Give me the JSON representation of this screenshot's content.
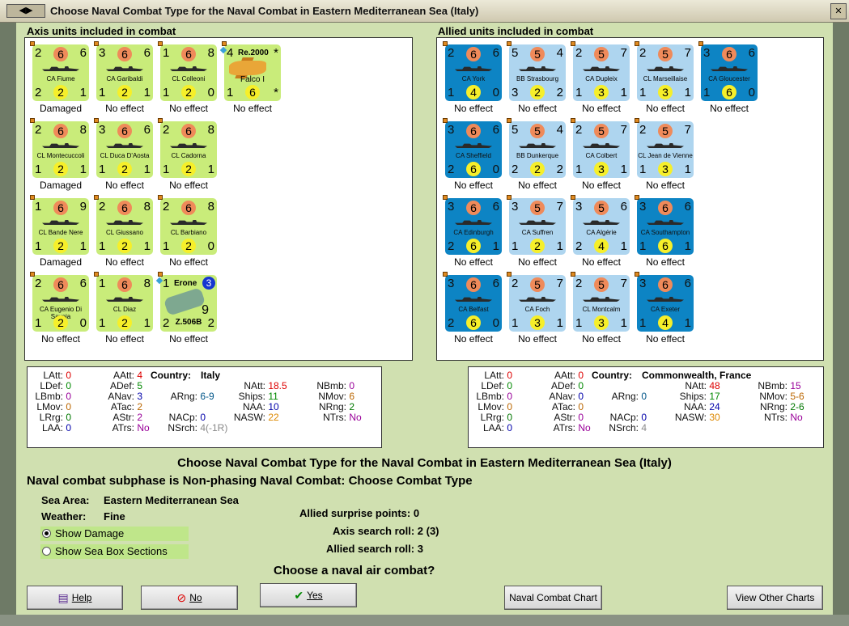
{
  "window": {
    "title": "Choose Naval Combat Type for the Naval Combat in Eastern Mediterranean Sea (Italy)"
  },
  "axis": {
    "title": "Axis units included in combat",
    "units": [
      {
        "tl": "2",
        "circ": "6",
        "tr": "6",
        "bl": "2",
        "bc": "2",
        "br": "1",
        "name": "CA Fiume",
        "status": "Damaged"
      },
      {
        "tl": "3",
        "circ": "6",
        "tr": "6",
        "bl": "1",
        "bc": "2",
        "br": "1",
        "name": "CA Garibaldi",
        "status": "No effect"
      },
      {
        "tl": "1",
        "circ": "6",
        "tr": "8",
        "bl": "1",
        "bc": "2",
        "br": "0",
        "name": "CL Colleoni",
        "status": "No effect"
      },
      {
        "kind": "plane",
        "tl": "4",
        "pname": "Re.2000",
        "tr": "*",
        "sub": "Falco I",
        "bl": "1",
        "bc": "6",
        "br": "*",
        "status": "No effect"
      },
      {
        "tl": "2",
        "circ": "6",
        "tr": "8",
        "bl": "1",
        "bc": "2",
        "br": "1",
        "name": "CL Montecuccoli",
        "status": "Damaged"
      },
      {
        "tl": "3",
        "circ": "6",
        "tr": "6",
        "bl": "1",
        "bc": "2",
        "br": "1",
        "name": "CL Duca D'Aosta",
        "status": "No effect"
      },
      {
        "tl": "2",
        "circ": "6",
        "tr": "8",
        "bl": "1",
        "bc": "2",
        "br": "1",
        "name": "CL Cadorna",
        "status": "No effect"
      },
      {
        "tl": "1",
        "circ": "6",
        "tr": "9",
        "bl": "1",
        "bc": "2",
        "br": "1",
        "name": "CL Bande Nere",
        "status": "Damaged"
      },
      {
        "tl": "2",
        "circ": "6",
        "tr": "8",
        "bl": "1",
        "bc": "2",
        "br": "1",
        "name": "CL Giussano",
        "status": "No effect"
      },
      {
        "tl": "2",
        "circ": "6",
        "tr": "8",
        "bl": "1",
        "bc": "2",
        "br": "0",
        "name": "CL Barbiano",
        "status": "No effect"
      },
      {
        "tl": "2",
        "circ": "6",
        "tr": "6",
        "bl": "1",
        "bc": "2",
        "br": "0",
        "name": "CA Eugenio Di Savoia",
        "status": "No effect"
      },
      {
        "tl": "1",
        "circ": "6",
        "tr": "8",
        "bl": "1",
        "bc": "2",
        "br": "1",
        "name": "CL Diaz",
        "status": "No effect"
      },
      {
        "kind": "seaplane",
        "tl": "1",
        "pname": "Erone",
        "badge": "3",
        "mid": "9",
        "sub": "Z.506B",
        "bl": "2",
        "br": "2",
        "status": "No effect"
      }
    ]
  },
  "allied": {
    "title": "Allied units included in combat",
    "units": [
      {
        "style": "dark",
        "tl": "2",
        "circ": "6",
        "tr": "6",
        "bl": "1",
        "bc": "4",
        "br": "0",
        "name": "CA York",
        "status": "No effect"
      },
      {
        "style": "light",
        "tl": "5",
        "circ": "5",
        "tr": "4",
        "bl": "3",
        "bc": "2",
        "br": "2",
        "name": "BB Strasbourg",
        "status": "No effect"
      },
      {
        "style": "light",
        "tl": "2",
        "circ": "5",
        "tr": "7",
        "bl": "1",
        "bc": "3",
        "br": "1",
        "name": "CA Dupleix",
        "status": "No effect"
      },
      {
        "style": "light",
        "tl": "2",
        "circ": "5",
        "tr": "7",
        "bl": "1",
        "bc": "3",
        "br": "1",
        "name": "CL Marseillaise",
        "status": "No effect"
      },
      {
        "style": "dark",
        "tl": "3",
        "circ": "6",
        "tr": "6",
        "bl": "1",
        "bc": "6",
        "br": "0",
        "name": "CA Gloucester",
        "status": "No effect"
      },
      {
        "style": "dark",
        "tl": "3",
        "circ": "6",
        "tr": "6",
        "bl": "2",
        "bc": "6",
        "br": "0",
        "name": "CA Sheffield",
        "status": "No effect"
      },
      {
        "style": "light",
        "tl": "5",
        "circ": "5",
        "tr": "4",
        "bl": "2",
        "bc": "2",
        "br": "2",
        "name": "BB Dunkerque",
        "status": "No effect"
      },
      {
        "style": "light",
        "tl": "2",
        "circ": "5",
        "tr": "7",
        "bl": "1",
        "bc": "3",
        "br": "1",
        "name": "CA Colbert",
        "status": "No effect"
      },
      {
        "style": "light",
        "tl": "2",
        "circ": "5",
        "tr": "7",
        "bl": "1",
        "bc": "3",
        "br": "1",
        "name": "CL Jean de Vienne",
        "status": "No effect"
      },
      {
        "style": "dark",
        "tl": "3",
        "circ": "6",
        "tr": "6",
        "bl": "2",
        "bc": "6",
        "br": "1",
        "name": "CA Edinburgh",
        "status": "No effect"
      },
      {
        "style": "light",
        "tl": "3",
        "circ": "5",
        "tr": "7",
        "bl": "1",
        "bc": "2",
        "br": "1",
        "name": "CA Suffren",
        "status": "No effect"
      },
      {
        "style": "light",
        "tl": "3",
        "circ": "5",
        "tr": "6",
        "bl": "2",
        "bc": "4",
        "br": "1",
        "name": "CA Algérie",
        "status": "No effect"
      },
      {
        "style": "dark",
        "tl": "3",
        "circ": "6",
        "tr": "6",
        "bl": "1",
        "bc": "6",
        "br": "1",
        "name": "CA Southampton",
        "status": "No effect"
      },
      {
        "style": "dark",
        "tl": "3",
        "circ": "6",
        "tr": "6",
        "bl": "2",
        "bc": "6",
        "br": "0",
        "name": "CA Belfast",
        "status": "No effect"
      },
      {
        "style": "light",
        "tl": "2",
        "circ": "5",
        "tr": "7",
        "bl": "1",
        "bc": "3",
        "br": "1",
        "name": "CA Foch",
        "status": "No effect"
      },
      {
        "style": "light",
        "tl": "2",
        "circ": "5",
        "tr": "7",
        "bl": "1",
        "bc": "3",
        "br": "1",
        "name": "CL Montcalm",
        "status": "No effect"
      },
      {
        "style": "dark",
        "tl": "3",
        "circ": "6",
        "tr": "6",
        "bl": "1",
        "bc": "4",
        "br": "1",
        "name": "CA Exeter",
        "status": "No effect"
      }
    ]
  },
  "axis_stats": {
    "country_label": "Country:",
    "country": "Italy",
    "items": [
      [
        "LAtt:",
        "0",
        "#d00"
      ],
      [
        "LDef:",
        "0",
        "#080"
      ],
      [
        "LBmb:",
        "0",
        "#909"
      ],
      [
        "LMov:",
        "0",
        "#b60"
      ],
      [
        "LRrg:",
        "0",
        "#070"
      ],
      [
        "LAA:",
        "0",
        "#00a"
      ],
      [
        "AAtt:",
        "4",
        "#d00"
      ],
      [
        "ADef:",
        "5",
        "#080"
      ],
      [
        "ANav:",
        "3",
        "#00a"
      ],
      [
        "ATac:",
        "2",
        "#b60"
      ],
      [
        "AStr:",
        "2",
        "#909"
      ],
      [
        "ATrs:",
        "No",
        "#909"
      ],
      [
        "ARng:",
        "6-9",
        "#058"
      ],
      [
        "NACp:",
        "0",
        "#00a"
      ],
      [
        "NSrch:",
        "4(-1R)",
        "#888"
      ],
      [
        "NAtt:",
        "18.5",
        "#d00"
      ],
      [
        "Ships:",
        "11",
        "#080"
      ],
      [
        "NAA:",
        "10",
        "#00a"
      ],
      [
        "NASW:",
        "22",
        "#d80"
      ],
      [
        "NBmb:",
        "0",
        "#909"
      ],
      [
        "NMov:",
        "6",
        "#b60"
      ],
      [
        "NRng:",
        "2",
        "#070"
      ],
      [
        "NTrs:",
        "No",
        "#909"
      ]
    ]
  },
  "allied_stats": {
    "country_label": "Country:",
    "country": "Commonwealth, France",
    "items": [
      [
        "LAtt:",
        "0",
        "#d00"
      ],
      [
        "LDef:",
        "0",
        "#080"
      ],
      [
        "LBmb:",
        "0",
        "#909"
      ],
      [
        "LMov:",
        "0",
        "#b60"
      ],
      [
        "LRrg:",
        "0",
        "#070"
      ],
      [
        "LAA:",
        "0",
        "#00a"
      ],
      [
        "AAtt:",
        "0",
        "#d00"
      ],
      [
        "ADef:",
        "0",
        "#080"
      ],
      [
        "ANav:",
        "0",
        "#00a"
      ],
      [
        "ATac:",
        "0",
        "#b60"
      ],
      [
        "AStr:",
        "0",
        "#909"
      ],
      [
        "ATrs:",
        "No",
        "#909"
      ],
      [
        "ARng:",
        "0",
        "#058"
      ],
      [
        "NACp:",
        "0",
        "#00a"
      ],
      [
        "NSrch:",
        "4",
        "#888"
      ],
      [
        "NAtt:",
        "48",
        "#d00"
      ],
      [
        "Ships:",
        "17",
        "#080"
      ],
      [
        "NAA:",
        "24",
        "#00a"
      ],
      [
        "NASW:",
        "30",
        "#d80"
      ],
      [
        "NBmb:",
        "15",
        "#909"
      ],
      [
        "NMov:",
        "5-6",
        "#b60"
      ],
      [
        "NRng:",
        "2-6",
        "#070"
      ],
      [
        "NTrs:",
        "No",
        "#909"
      ]
    ]
  },
  "info": {
    "heading": "Choose Naval Combat Type for the Naval Combat in Eastern Mediterranean Sea (Italy)",
    "subphase": "Naval combat subphase is Non-phasing Naval Combat: Choose Combat Type",
    "sea_area_label": "Sea Area:",
    "sea_area": "Eastern Mediterranean Sea",
    "weather_label": "Weather:",
    "weather": "Fine",
    "surprise": "Allied surprise points:  0",
    "axis_roll": "Axis search roll:  2 (3)",
    "allied_roll": "Allied search roll:  3",
    "question": "Choose a naval air combat?",
    "show_damage": "Show Damage",
    "show_sea_box": "Show Sea Box Sections"
  },
  "buttons": {
    "help": "Help",
    "no": "No",
    "yes": "Yes",
    "naval_chart": "Naval Combat Chart",
    "view_other": "View Other Charts"
  },
  "icons": {
    "help": "book-icon",
    "no": "no-entry-icon",
    "yes": "checkmark-icon"
  }
}
